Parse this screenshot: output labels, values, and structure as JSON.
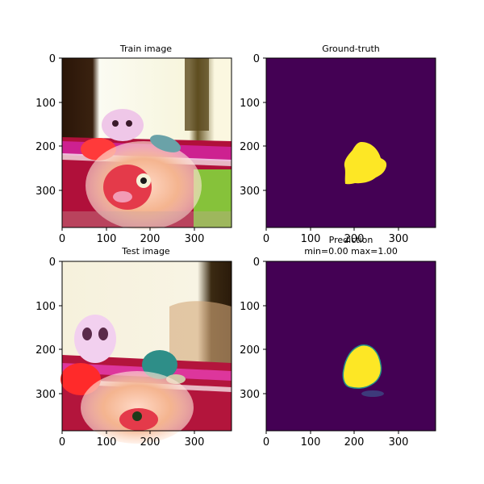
{
  "chart_data": [
    {
      "type": "image",
      "panel": "train-image",
      "title": "Train image",
      "image_size": [
        384,
        384
      ],
      "xticks": [
        0,
        100,
        200,
        300
      ],
      "yticks": [
        0,
        100,
        200,
        300
      ],
      "content": "photo of plush toys: fluffy red monster toy, pale alien doll, small bird figurine"
    },
    {
      "type": "heatmap",
      "panel": "ground-truth",
      "title": "Ground-truth",
      "image_size": [
        384,
        384
      ],
      "xticks": [
        0,
        100,
        200,
        300
      ],
      "yticks": [
        0,
        100,
        200,
        300
      ],
      "colormap": "viridis",
      "background_color": "#440154",
      "mask_color": "#fde725",
      "mask_extent": {
        "x": [
          177,
          278
        ],
        "y": [
          190,
          285
        ]
      }
    },
    {
      "type": "image",
      "panel": "test-image",
      "title": "Test image",
      "image_size": [
        384,
        384
      ],
      "xticks": [
        0,
        100,
        200,
        300
      ],
      "yticks": [
        0,
        100,
        200,
        300
      ],
      "content": "photo of plush toys: pale alien doll, bird figurine, fluffy red monster toy"
    },
    {
      "type": "heatmap",
      "panel": "prediction",
      "title_line1": "Prediction",
      "title_line2": "min=0.00 max=1.00",
      "image_size": [
        384,
        384
      ],
      "xticks": [
        0,
        100,
        200,
        300
      ],
      "yticks": [
        0,
        100,
        200,
        300
      ],
      "colormap": "viridis",
      "background_color": "#440154",
      "mask_color": "#fde725",
      "value_range": [
        0.0,
        1.0
      ],
      "mask_extent": {
        "x": [
          177,
          265
        ],
        "y": [
          190,
          285
        ]
      }
    }
  ]
}
